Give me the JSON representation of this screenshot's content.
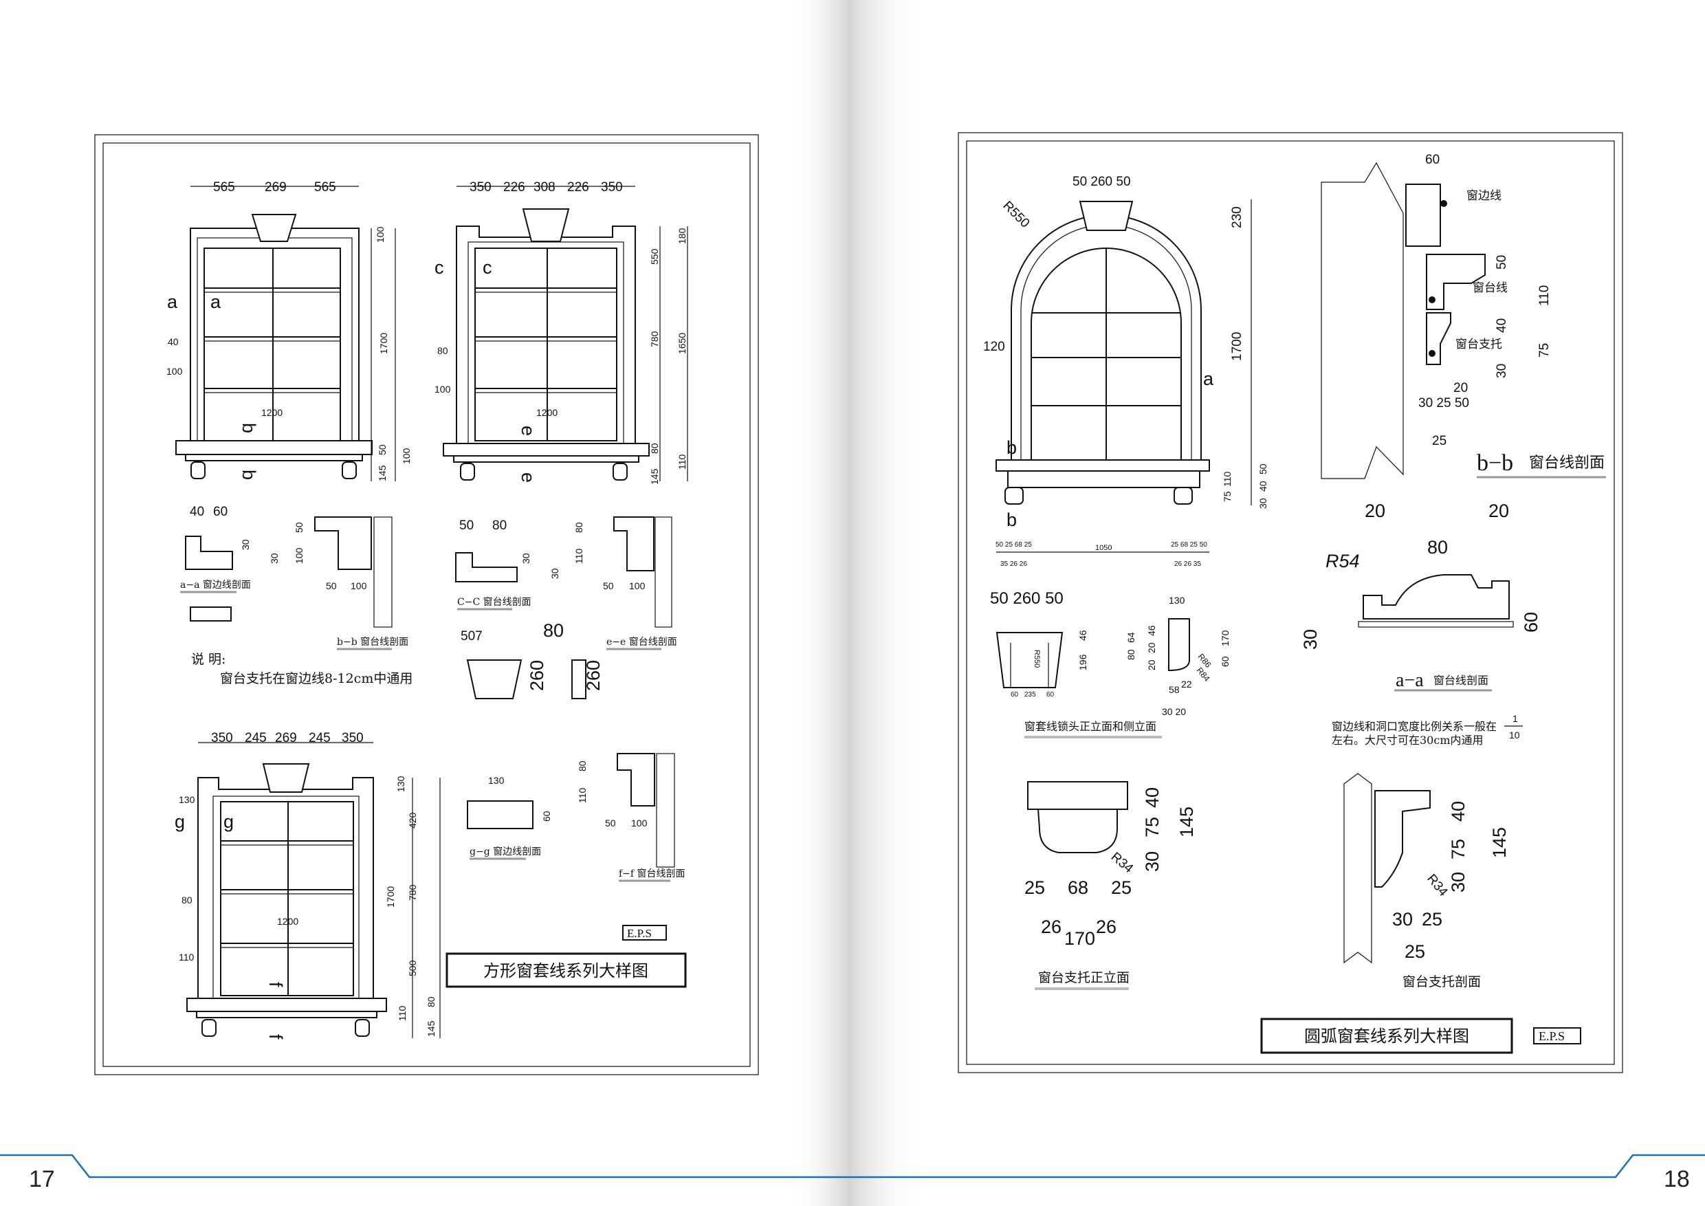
{
  "pages": {
    "left_number": "17",
    "right_number": "18"
  },
  "left": {
    "title": "方形窗套线系列大样图",
    "eps": "E.P.S",
    "w1": {
      "top": [
        "565",
        "269",
        "565"
      ],
      "sec": [
        "a",
        "a",
        "b",
        "b"
      ],
      "width": "1200",
      "vert": [
        "100",
        "1700",
        "50",
        "100",
        "145"
      ],
      "side": [
        "40",
        "100"
      ]
    },
    "w2": {
      "top": [
        "350",
        "226",
        "308",
        "226",
        "350"
      ],
      "sec": [
        "c",
        "c",
        "e",
        "e"
      ],
      "width": "1200",
      "vert": [
        "180",
        "550",
        "1650",
        "780",
        "80",
        "110",
        "145"
      ],
      "side": [
        "80",
        "100"
      ]
    },
    "w3": {
      "top": [
        "350",
        "245",
        "269",
        "245",
        "350"
      ],
      "sec": [
        "g",
        "g",
        "f",
        "f"
      ],
      "width": "1200",
      "vert": [
        "130",
        "420",
        "1700",
        "780",
        "500",
        "110",
        "80",
        "145"
      ],
      "side": [
        "130",
        "80",
        "110"
      ]
    },
    "sections": {
      "aa": {
        "dims": [
          "40",
          "60",
          "30",
          "30"
        ],
        "caption": "a−a 窗边线剖面"
      },
      "bb": {
        "dims": [
          "50",
          "100",
          "50",
          "100"
        ],
        "caption": "b−b 窗台线剖面"
      },
      "cc": {
        "dims": [
          "50",
          "80",
          "30",
          "30"
        ],
        "caption": "C−C 窗台线剖面"
      },
      "ee": {
        "dims": [
          "80",
          "110",
          "50",
          "100"
        ],
        "caption": "e−e 窗台线剖面"
      },
      "key": {
        "dims": [
          "507",
          "80",
          "260",
          "260"
        ]
      },
      "gg": {
        "dims": [
          "130",
          "60"
        ],
        "caption": "g−g 窗边线剖面"
      },
      "ff": {
        "dims": [
          "80",
          "110",
          "50",
          "100"
        ],
        "caption": "f−f 窗台线剖面"
      }
    },
    "note_title": "说 明:",
    "note_text": "窗台支托在窗边线8-12cm中通用"
  },
  "right": {
    "title": "圆弧窗套线系列大样图",
    "eps": "E.P.S",
    "arch": {
      "top": "50 260 50",
      "radius": "R550",
      "side": "120",
      "sec": [
        "a",
        "b",
        "b"
      ],
      "vert": [
        "230",
        "1700",
        "110",
        "75",
        "50",
        "40",
        "30"
      ],
      "base": "1050",
      "base_small_l": "50 25 68 25",
      "base_small_l2": "35 26 26",
      "base_small_r": "25 68 25 50",
      "base_small_r2": "26 26 35"
    },
    "bb": {
      "top": "60",
      "labels": [
        "窗边线",
        "窗台线",
        "窗台支托"
      ],
      "vert": [
        "50",
        "110",
        "40",
        "75",
        "30"
      ],
      "dims": [
        "20",
        "30 25 50",
        "25"
      ],
      "caption_big": "b−b",
      "caption": "窗台线剖面"
    },
    "aa": {
      "dims": [
        "20",
        "20",
        "80"
      ],
      "radius": "R54",
      "vert": [
        "30",
        "60"
      ],
      "caption_big": "a−a",
      "caption": "窗台线剖面"
    },
    "lock": {
      "top": "50 260 50",
      "radius": "R550",
      "vert": [
        "46",
        "196"
      ],
      "bottom": [
        "60",
        "235",
        "60"
      ],
      "side_top": "130",
      "side_dims": [
        "80",
        "64",
        "20",
        "20",
        "46",
        "170",
        "60",
        "R86",
        "R84",
        "58",
        "22",
        "30 20"
      ],
      "caption": "窗套线锁头正立面和侧立面"
    },
    "note": {
      "line1": "窗边线和洞口宽度比例关系一般在",
      "line2": "左右。大尺寸可在30cm内通用",
      "num": "1",
      "den": "10"
    },
    "bracket_front": {
      "vert": [
        "40",
        "75",
        "145",
        "30"
      ],
      "radius": "R34",
      "dims": [
        "25",
        "68",
        "25",
        "26",
        "170",
        "26"
      ],
      "caption": "窗台支托正立面"
    },
    "bracket_section": {
      "vert": [
        "40",
        "75",
        "145",
        "30"
      ],
      "radius": "R34",
      "dims": [
        "30",
        "25",
        "25"
      ],
      "caption": "窗台支托剖面"
    }
  },
  "colors": {
    "accent_line": "#1a6fb5",
    "ink": "#111111"
  }
}
